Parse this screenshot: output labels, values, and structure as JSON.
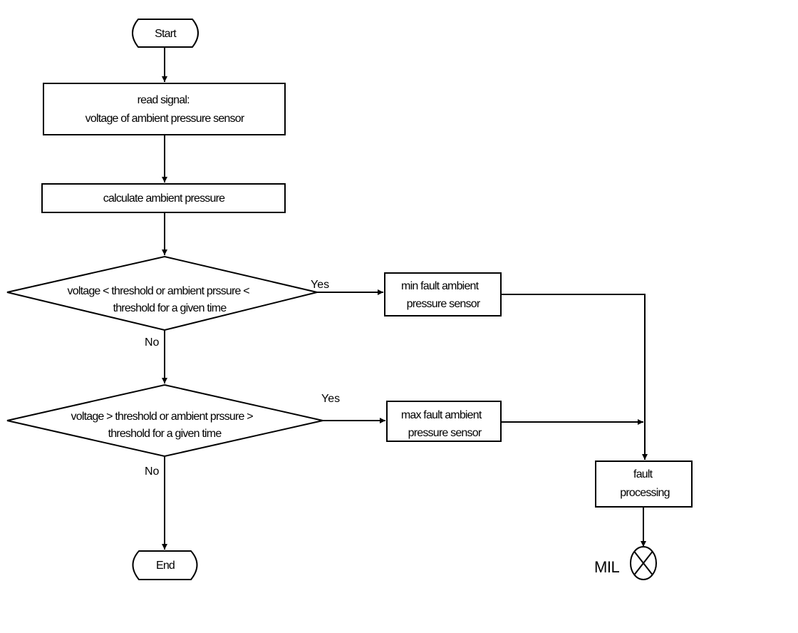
{
  "diagram": {
    "nodes": {
      "start": {
        "lines": [
          "Start"
        ]
      },
      "read_signal": {
        "lines": [
          "read signal:",
          "voltage of ambient pressure sensor"
        ]
      },
      "calculate": {
        "lines": [
          "calculate ambient pressure"
        ]
      },
      "decision_min": {
        "lines": [
          "voltage < threshold or ambient prssure <",
          "threshold for a given time"
        ]
      },
      "min_fault": {
        "lines": [
          "min fault ambient",
          "pressure sensor"
        ]
      },
      "decision_max": {
        "lines": [
          "voltage > threshold or ambient prssure >",
          "threshold for a given time"
        ]
      },
      "max_fault": {
        "lines": [
          "max fault ambient",
          "pressure sensor"
        ]
      },
      "fault_processing": {
        "lines": [
          "fault",
          "processing"
        ]
      },
      "end": {
        "lines": [
          "End"
        ]
      },
      "mil": {
        "label": "MIL"
      }
    },
    "edge_labels": {
      "min_yes": "Yes",
      "min_no": "No",
      "max_yes": "Yes",
      "max_no": "No"
    }
  }
}
